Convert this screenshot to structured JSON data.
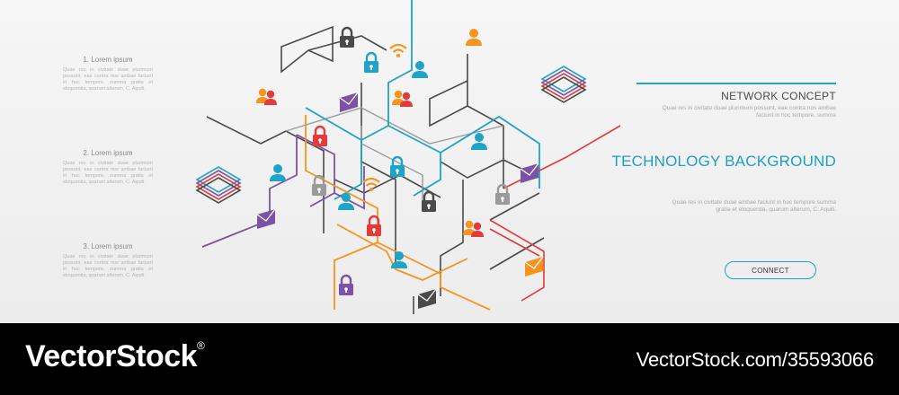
{
  "sidebar": {
    "items": [
      {
        "title": "1. Lorem ipsum",
        "body": "Quae res in civitate duae plurimum possunt, eae contra nos ambae faciunt in hoc tempore, summa gratia et eloquentia, quarum alterum, C. Aquili."
      },
      {
        "title": "2. Lorem ipsum",
        "body": "Quae res in civitate duae plurimum possunt, eae contra nos ambae faciunt in hoc tempore, summa gratia et eloquentia, quarum alterum, C. Aquili."
      },
      {
        "title": "3. Lorem ipsum",
        "body": "Quae res in civitate duae plurimum possunt, eae contra nos ambae faciunt in hoc tempore, summa gratia et eloquentia, quarum alterum, C. Aquili."
      }
    ]
  },
  "header": {
    "network": "NETWORK CONCEPT",
    "network_text": "Quae res in civitate duae plurimum possunt, eae contra nos ambae faciunt in hoc tempore, summa",
    "tech": "TECHNOLOGY BACKGROUND",
    "tech_text": "Quae res in civitate duae ambae faciunt in hoc tempore summa gratia et eloquentia, quarum alterum, C. Aquili."
  },
  "cta": {
    "label": "CONNECT"
  },
  "footer": {
    "brand": "VectorStock",
    "trademark": "®",
    "image_id": "VectorStock.com/35593066"
  },
  "colors": {
    "blue": "#1fa3c9",
    "orange": "#f7941d",
    "purple": "#7b52a6",
    "red": "#e23b3b",
    "dark": "#4a4a4a",
    "gray": "#9a9a9a"
  },
  "icons": [
    "lock-icon",
    "user-icon",
    "users-icon",
    "wifi-icon",
    "mail-icon",
    "layers-icon"
  ]
}
